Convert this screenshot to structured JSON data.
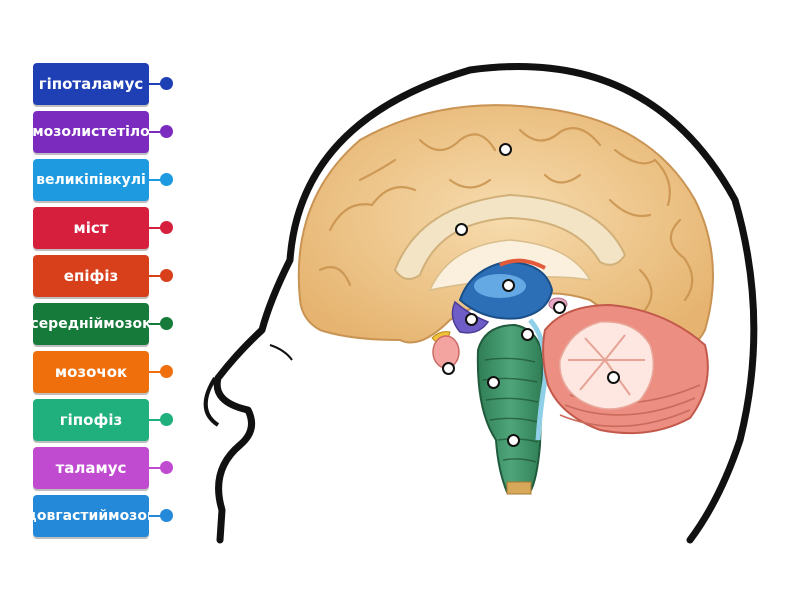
{
  "labels": [
    {
      "text": "гіпоталамус",
      "lines": [
        "гіпоталамус"
      ],
      "color": "#1f3fb5"
    },
    {
      "text": "мозолисте тіло",
      "lines": [
        "мозолисте",
        "тіло"
      ],
      "color": "#7b2cbf"
    },
    {
      "text": "великі півкулі",
      "lines": [
        "великі",
        "півкулі"
      ],
      "color": "#1e9be0"
    },
    {
      "text": "міст",
      "lines": [
        "міст"
      ],
      "color": "#d61f3c"
    },
    {
      "text": "епіфіз",
      "lines": [
        "епіфіз"
      ],
      "color": "#d8401c"
    },
    {
      "text": "середній мозок",
      "lines": [
        "середній",
        "мозок"
      ],
      "color": "#157a3a"
    },
    {
      "text": "мозочок",
      "lines": [
        "мозочок"
      ],
      "color": "#ef6f0c"
    },
    {
      "text": "гіпофіз",
      "lines": [
        "гіпофіз"
      ],
      "color": "#1fb07d"
    },
    {
      "text": "таламус",
      "lines": [
        "таламус"
      ],
      "color": "#c04bd1"
    },
    {
      "text": "довгастий мозок",
      "lines": [
        "довгастий",
        "мозок"
      ],
      "color": "#2489d8"
    }
  ],
  "drop_target_count": 10
}
